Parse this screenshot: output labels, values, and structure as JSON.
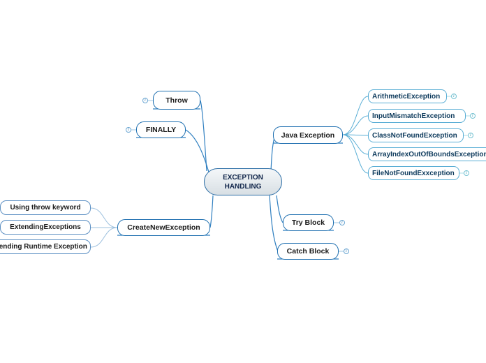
{
  "root": {
    "line1": "EXCEPTION",
    "line2": "HANDLING"
  },
  "nodes": {
    "throw": "Throw",
    "finally": "FINALLY",
    "create_new_exception": "CreateNewException",
    "java_exception": "Java Exception",
    "try_block": "Try Block",
    "catch_block": "Catch Block"
  },
  "java_exception_children": [
    "ArithmeticException",
    "InputMismatchException",
    "ClassNotFoundException",
    "ArrayIndexOutOfBoundsException",
    "FileNotFoundExxception"
  ],
  "create_new_exception_children": [
    "Using throw keyword",
    "ExtendingExceptions",
    "Extending Runtime Exception"
  ],
  "note_glyph": "i",
  "colors": {
    "branch": "#2f7fc0",
    "subbranch_right": "#5aaed5",
    "subbranch_left": "#9cc0de",
    "root_top": "#f4f7f9",
    "root_bottom": "#d8dfe4"
  }
}
